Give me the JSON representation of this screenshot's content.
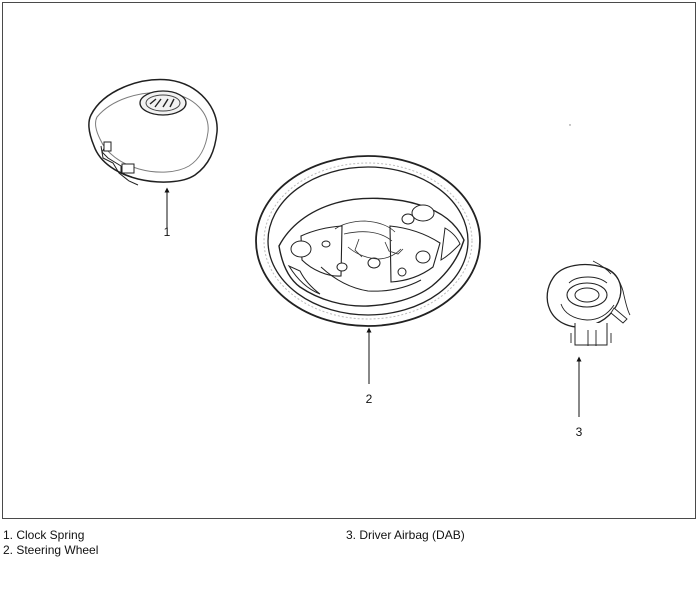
{
  "callouts": {
    "one": "1",
    "two": "2",
    "three": "3"
  },
  "legend": {
    "left": [
      "1. Clock Spring",
      "2. Steering Wheel"
    ],
    "right": [
      "3. Driver Airbag (DAB)"
    ]
  }
}
